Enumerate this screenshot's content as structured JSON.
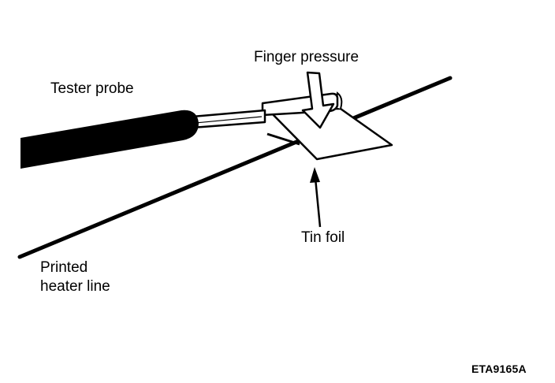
{
  "labels": {
    "finger_pressure": "Finger pressure",
    "tester_probe": "Tester probe",
    "tin_foil": "Tin foil",
    "heater_line_1": "Printed",
    "heater_line_2": "heater line",
    "figure_code": "ETA9165A"
  },
  "colors": {
    "ink": "#000000",
    "paper": "#ffffff"
  }
}
